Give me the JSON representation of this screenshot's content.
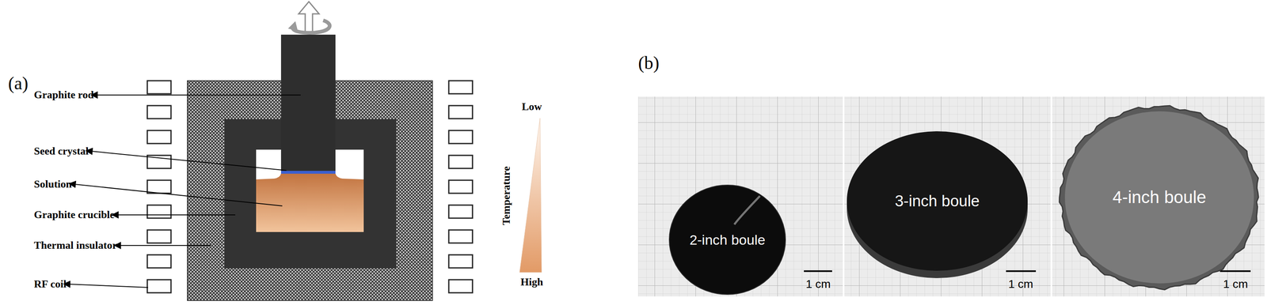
{
  "diagram": {
    "nodes": [
      {
        "text": [
          "2-inch boule"
        ]
      },
      {
        "text": [
          "3-inch boule"
        ]
      },
      {
        "text": [
          "4-inch boule"
        ]
      }
    ],
    "labels": [
      "(a)",
      "Graphite rod",
      "Seed crystal",
      "Solution",
      "Graphite crucible",
      "Thermal insulator",
      "RF coil",
      "Low",
      "Temperature",
      "High",
      "(b)",
      "1 cm",
      "1 cm",
      "1 cm"
    ]
  }
}
